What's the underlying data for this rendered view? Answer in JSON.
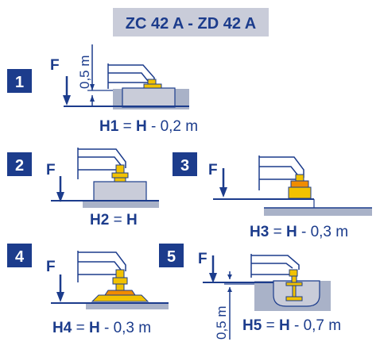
{
  "title": "ZC 42 A - ZD 42 A",
  "colors": {
    "navy": "#1c3c8c",
    "title_bg": "#c9ccd9",
    "slab": "#c9ccd9",
    "ground": "#a9b2c8",
    "yellow": "#f2c200",
    "orange": "#f08c00"
  },
  "panels": [
    {
      "number": "1",
      "force": "F",
      "dim": "0,5 m",
      "formula": {
        "lhs": "H1",
        "eq": " = ",
        "h": "H",
        "rest": " - 0,2 m"
      }
    },
    {
      "number": "2",
      "force": "F",
      "formula": {
        "lhs": "H2",
        "eq": " = ",
        "h": "H",
        "rest": ""
      }
    },
    {
      "number": "3",
      "force": "F",
      "formula": {
        "lhs": "H3",
        "eq": " = ",
        "h": "H",
        "rest": " - 0,3 m"
      }
    },
    {
      "number": "4",
      "force": "F",
      "formula": {
        "lhs": "H4",
        "eq": " = ",
        "h": "H",
        "rest": " - 0,3 m"
      }
    },
    {
      "number": "5",
      "force": "F",
      "dim": "0,5 m",
      "formula": {
        "lhs": "H5",
        "eq": " = ",
        "h": "H",
        "rest": " - 0,7 m"
      }
    }
  ]
}
